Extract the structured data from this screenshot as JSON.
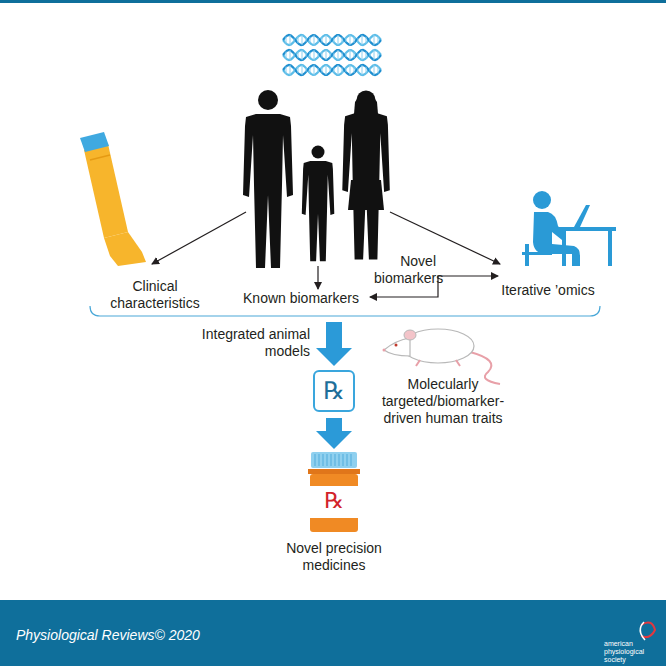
{
  "diagram": {
    "nodes": [
      {
        "text": [
          "℞"
        ]
      },
      {
        "text": [
          "℞"
        ]
      }
    ],
    "edges": [
      {
        "from": 0,
        "to": 1,
        "arrow": "to"
      }
    ],
    "labels": [
      "Clinical characteristics",
      "Known biomarkers",
      "Novel biomarkers",
      "Iterative ’omics",
      "Integrated animal models",
      "Molecularly targeted/biomarker-driven human traits",
      "Novel precision medicines",
      "Physiological Reviews© 2020",
      "american physiological society"
    ]
  }
}
